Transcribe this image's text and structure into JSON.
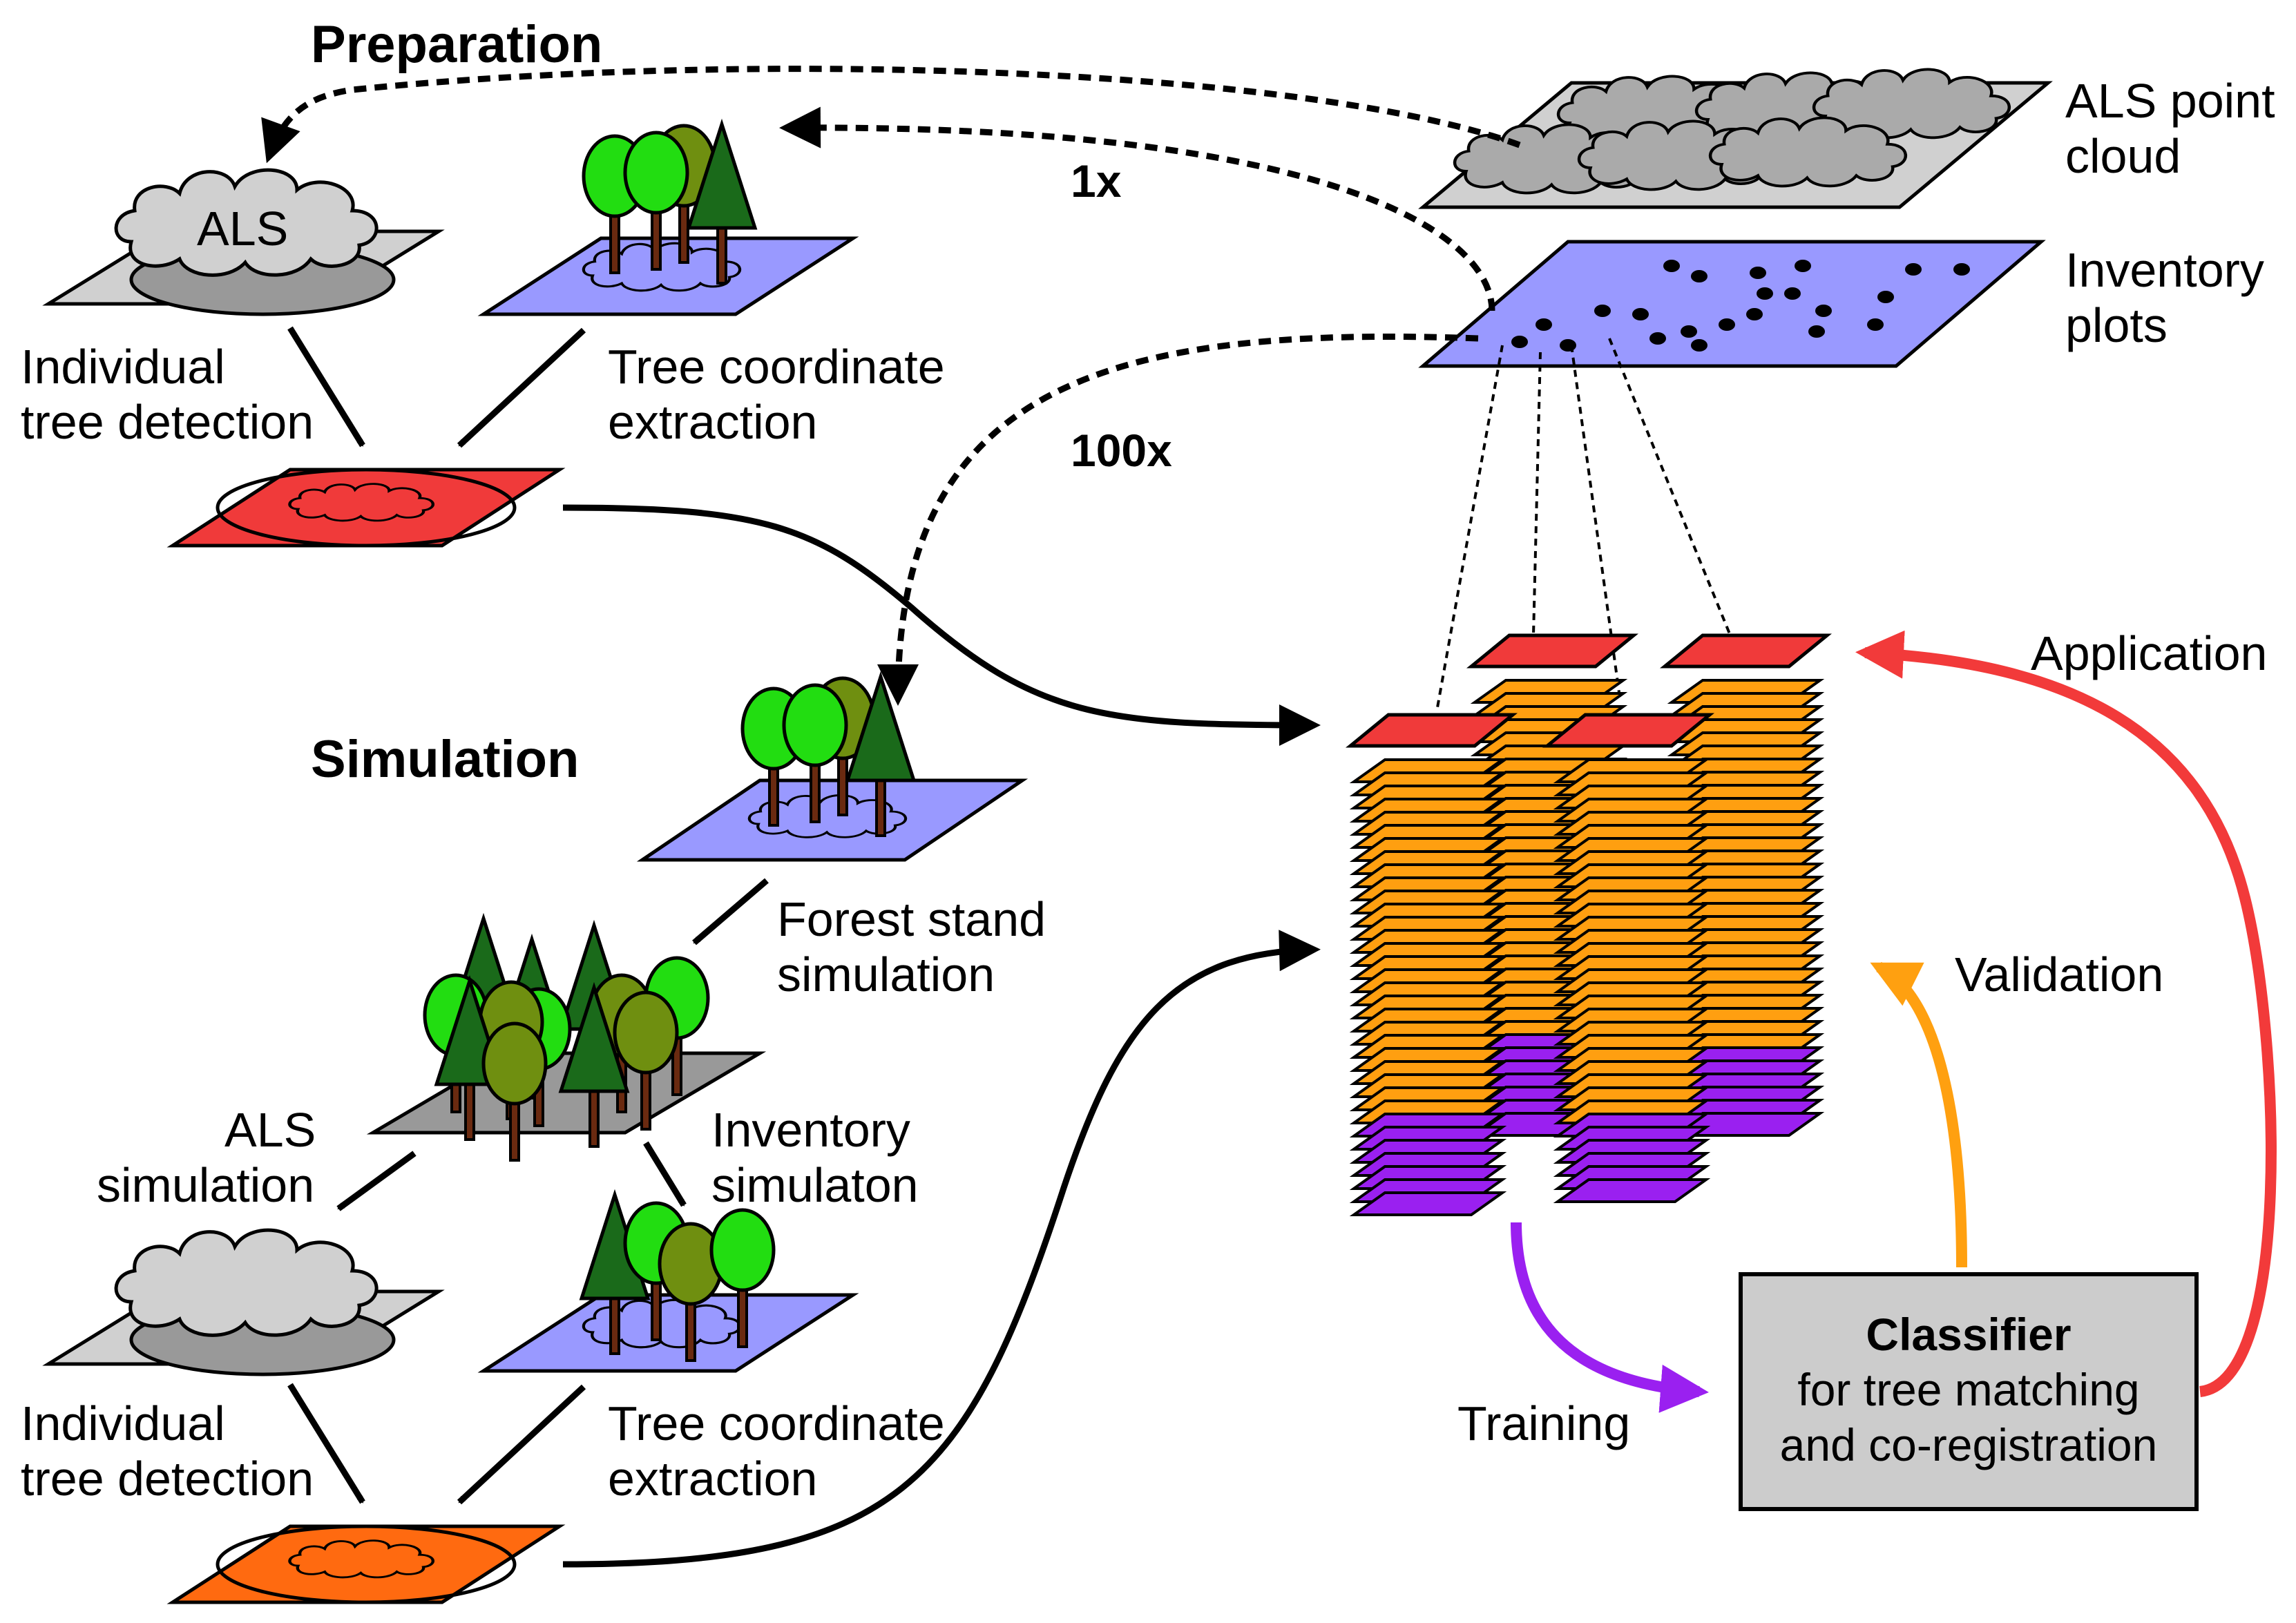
{
  "sections": {
    "preparation": "Preparation",
    "simulation": "Simulation"
  },
  "labels": {
    "als_cloud": "ALS",
    "individual_tree_detection_1": [
      "Individual",
      "tree detection"
    ],
    "tree_coordinate_extraction_1": [
      "Tree coordinate",
      "extraction"
    ],
    "als_point_cloud": [
      "ALS point",
      "cloud"
    ],
    "inventory_plots": [
      "Inventory",
      "plots"
    ],
    "repeat_1x": "1x",
    "repeat_100x": "100x",
    "forest_stand_simulation": [
      "Forest stand",
      "simulation"
    ],
    "als_simulation": [
      "ALS",
      "simulation"
    ],
    "inventory_simulation": [
      "Inventory",
      "simulaton"
    ],
    "individual_tree_detection_2": [
      "Individual",
      "tree detection"
    ],
    "tree_coordinate_extraction_2": [
      "Tree coordinate",
      "extraction"
    ],
    "application": "Application",
    "validation": "Validation",
    "training": "Training"
  },
  "classifier": {
    "title": "Classifier",
    "line1": "for tree matching",
    "line2": "and co-registration"
  },
  "colors": {
    "als_gray": "#d0d0d0",
    "inventory_blue": "#9999ff",
    "prep_red": "#f03a3a",
    "sim_orange": "#ff6a10",
    "stack_orange": "#ff9f10",
    "stack_purple": "#9a20f0",
    "training": "#9a20f0",
    "validation": "#ffa010",
    "application": "#f23a3a",
    "tree_light": "#22dd11",
    "tree_olive": "#6f8f10",
    "tree_dark": "#1a6a1a",
    "trunk": "#6a2a10",
    "classifier_box": "#cccccc"
  },
  "icons": [
    "als-cloud-icon",
    "tree-group-icon",
    "forest-stand-icon",
    "inventory-point-cloud-icon"
  ]
}
